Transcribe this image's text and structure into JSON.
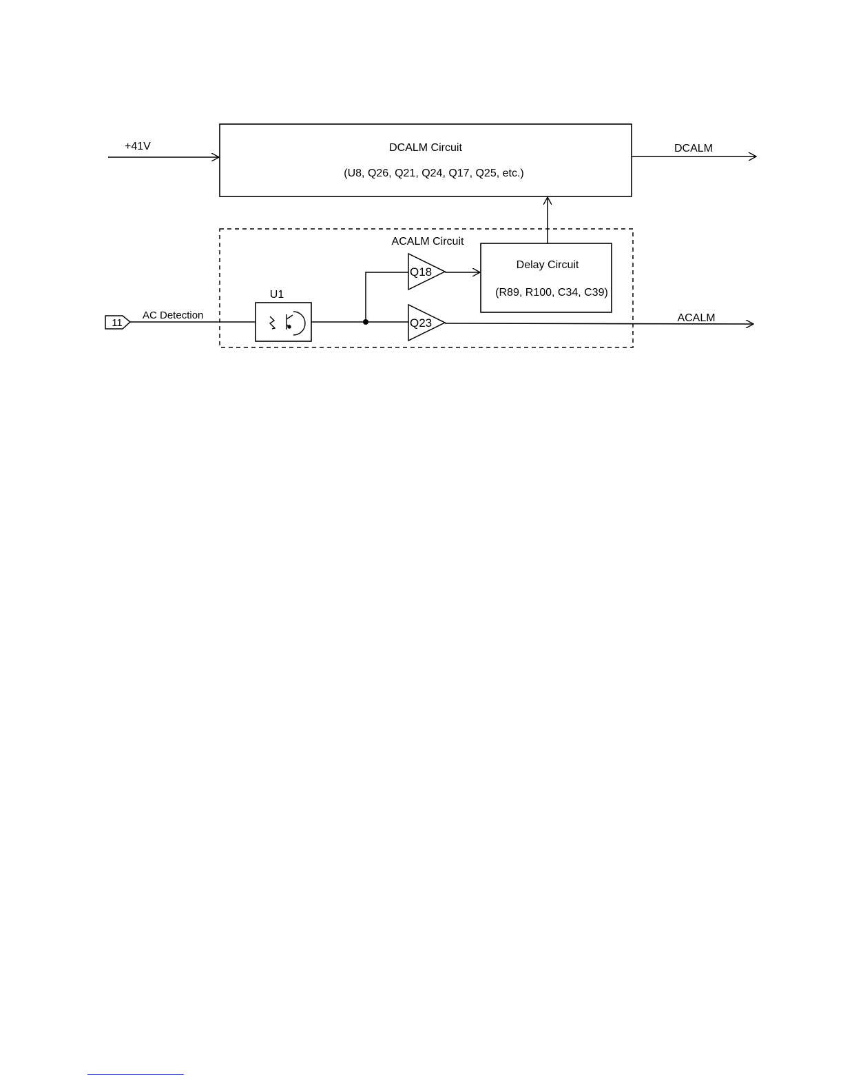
{
  "diagram": {
    "inputs": {
      "supply": "+41V",
      "connector_pin": "11",
      "ac_detection": "AC Detection"
    },
    "dcalm_block": {
      "title": "DCALM Circuit",
      "components": "(U8, Q26, Q21, Q24, Q17, Q25, etc.)"
    },
    "acalm_group": {
      "title": "ACALM Circuit"
    },
    "optocoupler": {
      "label": "U1"
    },
    "transistors": {
      "upper": "Q18",
      "lower": "Q23"
    },
    "delay_block": {
      "title": "Delay Circuit",
      "components": "(R89, R100, C34, C39)"
    },
    "outputs": {
      "dcalm": "DCALM",
      "acalm": "ACALM"
    }
  }
}
